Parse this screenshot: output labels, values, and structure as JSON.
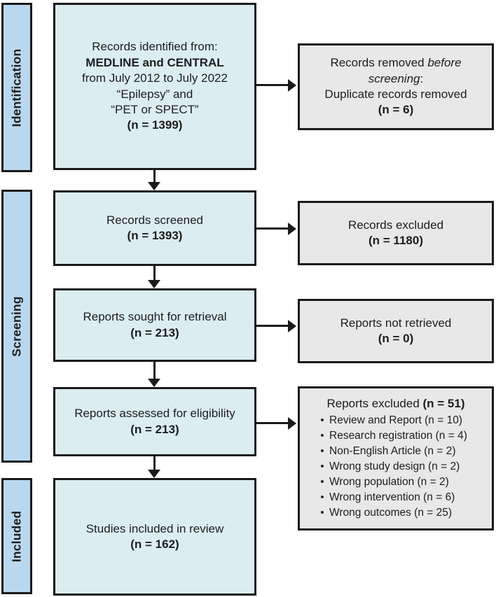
{
  "title": "PRISMA flow diagram",
  "colors": {
    "main_box_fill": "#dcedf2",
    "side_box_fill": "#e8e8e8",
    "stage_label_fill": "#b9d8f0",
    "border": "#1a1a1a",
    "background": "#ffffff",
    "text": "#1d1d1d"
  },
  "stages": {
    "identification": "Identification",
    "screening": "Screening",
    "included": "Included"
  },
  "boxes": {
    "records_identified": {
      "lines": [
        [
          {
            "t": "Records identified from:"
          }
        ],
        [
          {
            "t": "MEDLINE and CENTRAL",
            "b": true
          }
        ],
        [
          {
            "t": "from July 2012 to July 2022"
          }
        ],
        [
          {
            "t": "“Epilepsy” and"
          }
        ],
        [
          {
            "t": "“PET or SPECT”"
          }
        ],
        [
          {
            "t": "(n = 1399)",
            "b": true
          }
        ]
      ]
    },
    "records_removed": {
      "lines": [
        [
          {
            "t": "Records removed "
          },
          {
            "t": "before",
            "i": true
          }
        ],
        [
          {
            "t": "screening",
            "i": true
          },
          {
            "t": ":"
          }
        ],
        [
          {
            "t": "Duplicate records removed"
          }
        ],
        [
          {
            "t": "(n = 6)",
            "b": true
          }
        ]
      ]
    },
    "records_screened": {
      "lines": [
        [
          {
            "t": "Records screened"
          }
        ],
        [
          {
            "t": "(n = 1393)",
            "b": true
          }
        ]
      ]
    },
    "records_excluded": {
      "lines": [
        [
          {
            "t": "Records excluded"
          }
        ],
        [
          {
            "t": "(n = 1180)",
            "b": true
          }
        ]
      ]
    },
    "reports_sought": {
      "lines": [
        [
          {
            "t": "Reports sought for retrieval"
          }
        ],
        [
          {
            "t": "(n = 213)",
            "b": true
          }
        ]
      ]
    },
    "reports_not_retrieved": {
      "lines": [
        [
          {
            "t": "Reports not retrieved"
          }
        ],
        [
          {
            "t": "(n = 0)",
            "b": true
          }
        ]
      ]
    },
    "reports_assessed": {
      "lines": [
        [
          {
            "t": "Reports assessed for eligibility"
          }
        ],
        [
          {
            "t": "(n = 213)",
            "b": true
          }
        ]
      ]
    },
    "reports_excluded": {
      "lines": [
        [
          {
            "t": "Reports excluded "
          },
          {
            "t": "(n = 51)",
            "b": true
          }
        ]
      ],
      "bullets": [
        "Review and Report (n = 10)",
        "Research registration (n = 4)",
        "Non-English Article (n = 2)",
        "Wrong study design (n = 2)",
        "Wrong population (n = 2)",
        "Wrong intervention (n = 6)",
        "Wrong outcomes (n = 25)"
      ]
    },
    "studies_included": {
      "lines": [
        [
          {
            "t": "Studies included in review"
          }
        ],
        [
          {
            "t": "(n = 162)",
            "b": true
          }
        ]
      ]
    }
  }
}
